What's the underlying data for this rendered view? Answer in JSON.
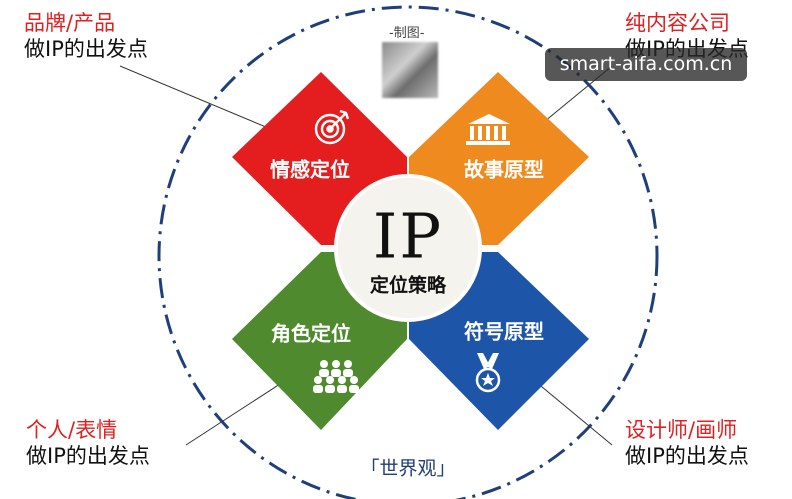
{
  "callouts": {
    "top_left": {
      "title": "品牌/产品",
      "subtitle": "做IP的出发点"
    },
    "top_right": {
      "title": "纯内容公司",
      "subtitle": "做IP的出发点"
    },
    "bottom_left": {
      "title": "个人/表情",
      "subtitle": "做IP的出发点"
    },
    "bottom_right": {
      "title": "设计师/画师",
      "subtitle": "做IP的出发点"
    }
  },
  "petals": {
    "red": {
      "label": "情感定位",
      "color": "#e41e1e",
      "icon": "target-arrow-icon"
    },
    "orange": {
      "label": "故事原型",
      "color": "#ef8a1e",
      "icon": "bank-building-icon"
    },
    "green": {
      "label": "角色定位",
      "color": "#4f8a2e",
      "icon": "people-group-icon"
    },
    "blue": {
      "label": "符号原型",
      "color": "#1d56a8",
      "icon": "medal-star-icon"
    }
  },
  "center": {
    "title": "IP",
    "subtitle": "定位策略"
  },
  "outer_ring_label": "「世界观」",
  "caption": "-制图-",
  "watermark": "smart-aifa.com.cn",
  "colors": {
    "ring": "#1f3f7a",
    "callout_title": "#e02020"
  }
}
